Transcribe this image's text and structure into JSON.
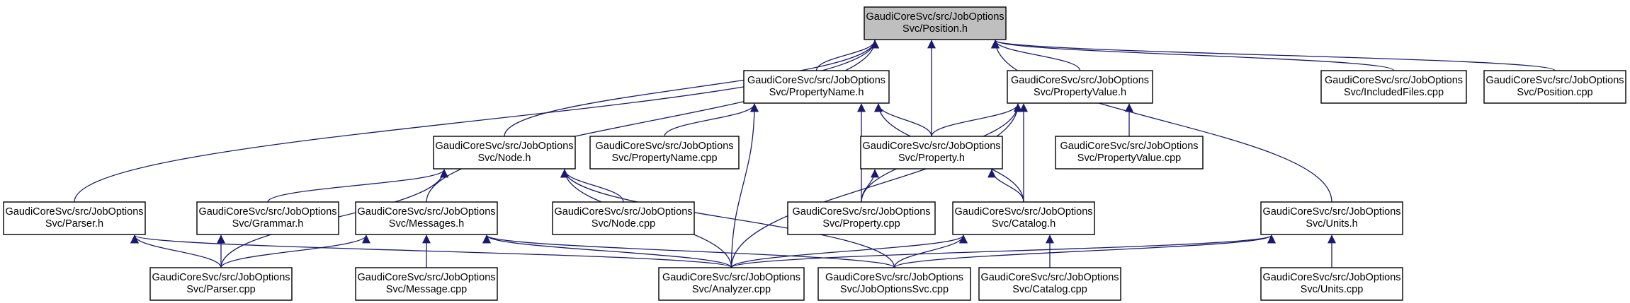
{
  "graph": {
    "root": "position_h",
    "nodes": [
      {
        "id": "position_h",
        "lines": [
          "GaudiCoreSvc/src/JobOptions",
          "Svc/Position.h"
        ],
        "highlight": true
      },
      {
        "id": "propertyname_h",
        "lines": [
          "GaudiCoreSvc/src/JobOptions",
          "Svc/PropertyName.h"
        ]
      },
      {
        "id": "propertyvalue_h",
        "lines": [
          "GaudiCoreSvc/src/JobOptions",
          "Svc/PropertyValue.h"
        ]
      },
      {
        "id": "includedfiles_cpp",
        "lines": [
          "GaudiCoreSvc/src/JobOptions",
          "Svc/IncludedFiles.cpp"
        ]
      },
      {
        "id": "position_cpp",
        "lines": [
          "GaudiCoreSvc/src/JobOptions",
          "Svc/Position.cpp"
        ]
      },
      {
        "id": "node_h",
        "lines": [
          "GaudiCoreSvc/src/JobOptions",
          "Svc/Node.h"
        ]
      },
      {
        "id": "propertyname_cpp",
        "lines": [
          "GaudiCoreSvc/src/JobOptions",
          "Svc/PropertyName.cpp"
        ]
      },
      {
        "id": "property_h",
        "lines": [
          "GaudiCoreSvc/src/JobOptions",
          "Svc/Property.h"
        ]
      },
      {
        "id": "propertyvalue_cpp",
        "lines": [
          "GaudiCoreSvc/src/JobOptions",
          "Svc/PropertyValue.cpp"
        ]
      },
      {
        "id": "parser_h",
        "lines": [
          "GaudiCoreSvc/src/JobOptions",
          "Svc/Parser.h"
        ]
      },
      {
        "id": "grammar_h",
        "lines": [
          "GaudiCoreSvc/src/JobOptions",
          "Svc/Grammar.h"
        ]
      },
      {
        "id": "messages_h",
        "lines": [
          "GaudiCoreSvc/src/JobOptions",
          "Svc/Messages.h"
        ]
      },
      {
        "id": "node_cpp",
        "lines": [
          "GaudiCoreSvc/src/JobOptions",
          "Svc/Node.cpp"
        ]
      },
      {
        "id": "property_cpp",
        "lines": [
          "GaudiCoreSvc/src/JobOptions",
          "Svc/Property.cpp"
        ]
      },
      {
        "id": "catalog_h",
        "lines": [
          "GaudiCoreSvc/src/JobOptions",
          "Svc/Catalog.h"
        ]
      },
      {
        "id": "units_h",
        "lines": [
          "GaudiCoreSvc/src/JobOptions",
          "Svc/Units.h"
        ]
      },
      {
        "id": "parser_cpp",
        "lines": [
          "GaudiCoreSvc/src/JobOptions",
          "Svc/Parser.cpp"
        ]
      },
      {
        "id": "message_cpp",
        "lines": [
          "GaudiCoreSvc/src/JobOptions",
          "Svc/Message.cpp"
        ]
      },
      {
        "id": "analyzer_cpp",
        "lines": [
          "GaudiCoreSvc/src/JobOptions",
          "Svc/Analyzer.cpp"
        ]
      },
      {
        "id": "joboptionssvc_cpp",
        "lines": [
          "GaudiCoreSvc/src/JobOptions",
          "Svc/JobOptionsSvc.cpp"
        ]
      },
      {
        "id": "catalog_cpp",
        "lines": [
          "GaudiCoreSvc/src/JobOptions",
          "Svc/Catalog.cpp"
        ]
      },
      {
        "id": "units_cpp",
        "lines": [
          "GaudiCoreSvc/src/JobOptions",
          "Svc/Units.cpp"
        ]
      }
    ],
    "edges": [
      [
        "propertyname_h",
        "position_h"
      ],
      [
        "propertyvalue_h",
        "position_h"
      ],
      [
        "includedfiles_cpp",
        "position_h"
      ],
      [
        "position_cpp",
        "position_h"
      ],
      [
        "node_h",
        "position_h"
      ],
      [
        "property_h",
        "position_h"
      ],
      [
        "parser_h",
        "position_h"
      ],
      [
        "messages_h",
        "position_h"
      ],
      [
        "units_h",
        "position_h"
      ],
      [
        "propertyname_cpp",
        "propertyname_h"
      ],
      [
        "property_h",
        "propertyname_h"
      ],
      [
        "property_cpp",
        "propertyname_h"
      ],
      [
        "catalog_h",
        "propertyname_h"
      ],
      [
        "analyzer_cpp",
        "propertyname_h"
      ],
      [
        "property_h",
        "propertyvalue_h"
      ],
      [
        "propertyvalue_cpp",
        "propertyvalue_h"
      ],
      [
        "property_cpp",
        "propertyvalue_h"
      ],
      [
        "catalog_h",
        "propertyvalue_h"
      ],
      [
        "analyzer_cpp",
        "propertyvalue_h"
      ],
      [
        "grammar_h",
        "node_h"
      ],
      [
        "node_cpp",
        "node_h"
      ],
      [
        "parser_cpp",
        "node_h"
      ],
      [
        "analyzer_cpp",
        "node_h"
      ],
      [
        "joboptionssvc_cpp",
        "node_h"
      ],
      [
        "property_cpp",
        "property_h"
      ],
      [
        "catalog_h",
        "property_h"
      ],
      [
        "parser_cpp",
        "parser_h"
      ],
      [
        "analyzer_cpp",
        "parser_h"
      ],
      [
        "parser_cpp",
        "grammar_h"
      ],
      [
        "parser_cpp",
        "messages_h"
      ],
      [
        "message_cpp",
        "messages_h"
      ],
      [
        "analyzer_cpp",
        "messages_h"
      ],
      [
        "joboptionssvc_cpp",
        "messages_h"
      ],
      [
        "analyzer_cpp",
        "catalog_h"
      ],
      [
        "joboptionssvc_cpp",
        "catalog_h"
      ],
      [
        "catalog_cpp",
        "catalog_h"
      ],
      [
        "analyzer_cpp",
        "units_h"
      ],
      [
        "joboptionssvc_cpp",
        "units_h"
      ],
      [
        "units_cpp",
        "units_h"
      ]
    ]
  }
}
